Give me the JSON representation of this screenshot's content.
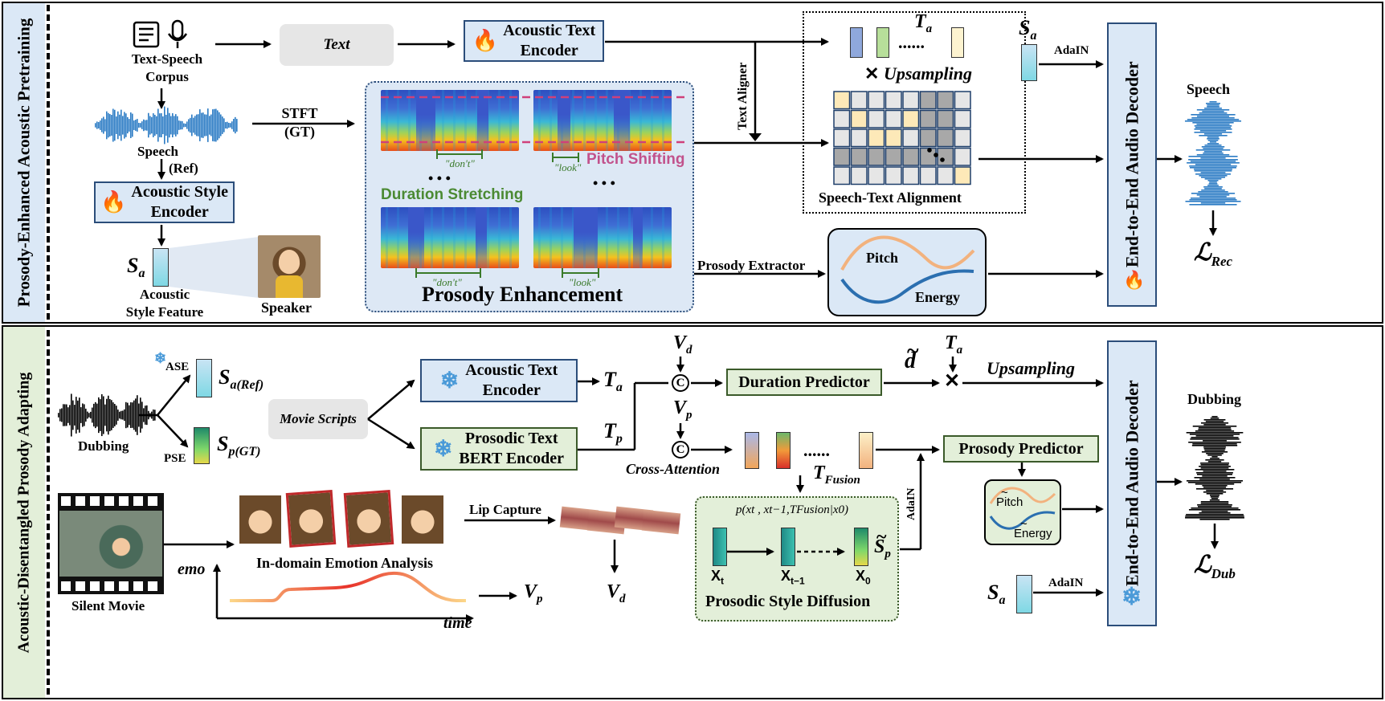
{
  "top": {
    "sidebar_label": "Prosody-Enhanced Acoustic Pretraining",
    "corpus_label": "Text-Speech\nCorpus",
    "text_box": "Text",
    "acoustic_text_encoder": "Acoustic Text\nEncoder",
    "speech_label": "Speech",
    "ref_label": "(Ref)",
    "stft_label": "STFT\n(GT)",
    "acoustic_style_encoder": "Acoustic Style\nEncoder",
    "sa_label": "S",
    "sa_sub": "a",
    "style_feature_label": "Acoustic\nStyle Feature",
    "speaker_label": "Speaker",
    "pitch_shifting": "Pitch Shifting",
    "duration_stretching": "Duration Stretching",
    "dont_label": "\"don't\"",
    "look_label": "\"look\"",
    "ellipsis": "• • •",
    "prosody_enhancement": "Prosody Enhancement",
    "text_aligner": "Text Aligner",
    "ta_label": "T",
    "ta_sub": "a",
    "dots": "......",
    "upsampling": "Upsampling",
    "times_sign": "✕",
    "alignment_label": "Speech-Text Alignment",
    "adain_label": "AdaIN",
    "decoder_label": "End-to-End Audio Decoder",
    "speech_out_label": "Speech",
    "loss_label": "ℒ",
    "loss_sub": "Rec",
    "prosody_extractor": "Prosody Extractor",
    "pitch_label": "Pitch",
    "energy_label": "Energy"
  },
  "bottom": {
    "sidebar_label": "Acoustic-Disentangled Prosody Adapting",
    "ase_label": "ASE",
    "pse_label": "PSE",
    "sa_ref_main": "S",
    "sa_ref_sub": "a(Ref)",
    "sp_gt_main": "S",
    "sp_gt_sub": "p(GT)",
    "dubbing_label": "Dubbing",
    "movie_scripts": "Movie Scripts",
    "acoustic_text_encoder": "Acoustic Text\nEncoder",
    "prosodic_text_encoder": "Prosodic Text\nBERT Encoder",
    "ta_main": "T",
    "ta_sub": "a",
    "tp_main": "T",
    "tp_sub": "p",
    "vd_main": "V",
    "vd_sub": "d",
    "vp_main": "V",
    "vp_sub": "p",
    "concat_symbol": "C",
    "duration_predictor": "Duration Predictor",
    "d_tilde": "d",
    "ta2_main": "T",
    "ta2_sub": "a",
    "upsampling": "Upsampling",
    "times_sign": "✕",
    "cross_attention": "Cross-Attention",
    "dots": "......",
    "tfusion_main": "T",
    "tfusion_sub": "Fusion",
    "adain_label": "AdaIN",
    "prosody_predictor": "Prosody Predictor",
    "pitch_label": "Pitch",
    "energy_label": "Energy",
    "decoder_label": "End-to-End Audio Decoder",
    "dubbing_out_label": "Dubbing",
    "loss_label": "ℒ",
    "loss_sub": "Dub",
    "emotion_analysis": "In-domain Emotion Analysis",
    "lip_capture": "Lip Capture",
    "emo_label": "emo",
    "time_label": "time",
    "silent_movie": "Silent Movie",
    "diffusion_formula": "p(xt , xt−1,TFusion|x0)",
    "x_t": "X",
    "x_t_sub": "t",
    "x_t1": "X",
    "x_t1_sub": "t−1",
    "x_0": "X",
    "x_0_sub": "0",
    "sp_tilde": "S",
    "sp_tilde_sub": "p",
    "diffusion_label": "Prosodic Style Diffusion",
    "sa_main": "S",
    "sa_sub": "a",
    "adain2_label": "AdaIN"
  }
}
